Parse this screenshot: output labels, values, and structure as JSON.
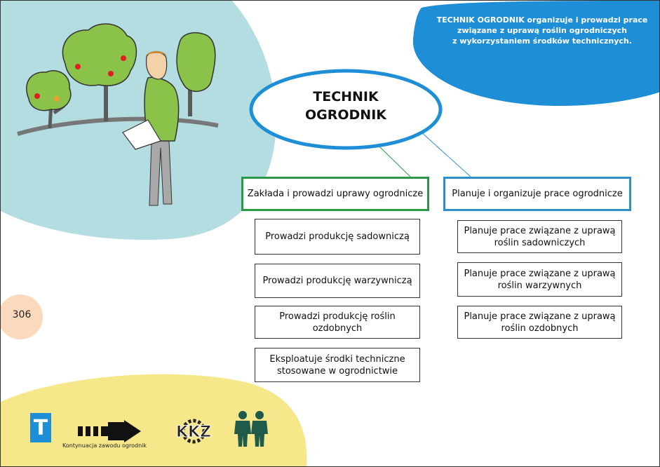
{
  "page_number": "306",
  "description": {
    "line1": "TECHNIK OGRODNIK organizuje i prowadzi prace",
    "line2": "związane z uprawą roślin ogrodniczych",
    "line3": "z wykorzystaniem środków technicznych."
  },
  "center": {
    "line1": "TECHNIK",
    "line2": "OGRODNIK"
  },
  "left_branch": {
    "label": "Zakłada i prowadzi uprawy ogrodnicze",
    "items": [
      "Prowadzi produkcję sadowniczą",
      "Prowadzi produkcję warzywniczą",
      "Prowadzi produkcję roślin ozdobnych",
      "Eksploatuje środki techniczne stosowane w ogrodnictwie"
    ]
  },
  "right_branch": {
    "label": "Planuje i organizuje prace ogrodnicze",
    "items": [
      "Planuje prace związane z uprawą roślin sadowniczych",
      "Planuje prace związane z uprawą roślin warzywnych",
      "Planuje prace związane z uprawą roślin ozdobnych"
    ]
  },
  "footer": {
    "t_logo": "T",
    "arrow_caption": "Kontynuacja zawodu ogrodnik",
    "kkz_logo": "KKZ",
    "icons": [
      "arrow-right-icon",
      "people-icon"
    ]
  },
  "colors": {
    "teal_bg": "#b3dde0",
    "blue": "#1e8fd6",
    "green": "#2a9a4a",
    "yellow": "#f6e88a",
    "peach": "#fbd9bc",
    "dark_green": "#1f5a4a"
  }
}
